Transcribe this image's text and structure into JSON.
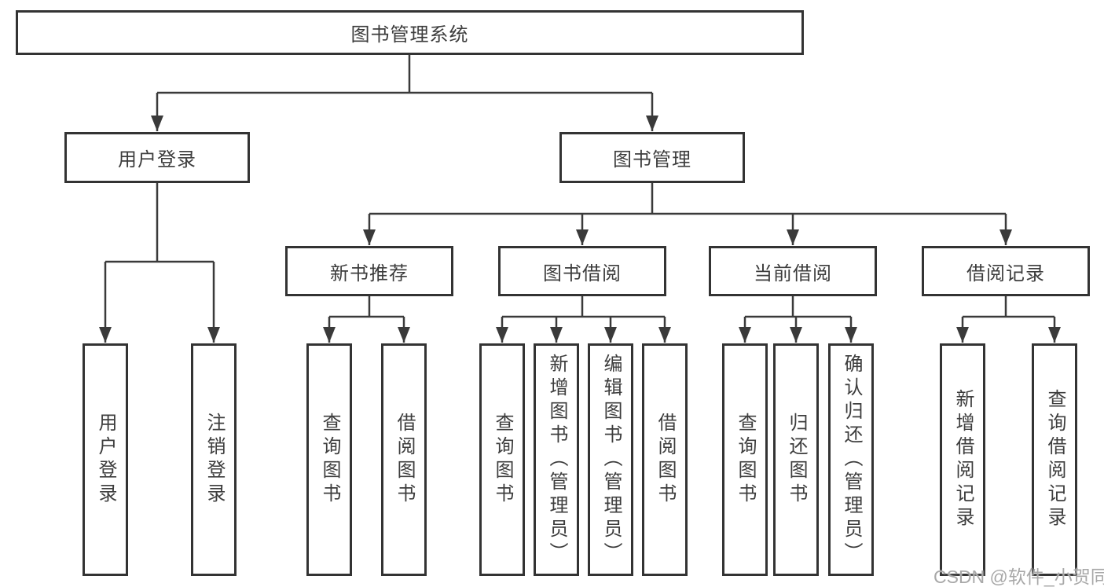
{
  "colors": {
    "line": "#3a3a3a",
    "box_border": "#333333",
    "text": "#3d3d3d",
    "watermark": "#a8a8a8",
    "background": "#ffffff"
  },
  "diagram": {
    "root": {
      "label": "图书管理系统"
    },
    "level1": [
      {
        "label": "用户登录"
      },
      {
        "label": "图书管理"
      }
    ],
    "level2": [
      {
        "label": "新书推荐"
      },
      {
        "label": "图书借阅"
      },
      {
        "label": "当前借阅"
      },
      {
        "label": "借阅记录"
      }
    ],
    "leaves": {
      "user_login": [
        "用户登录",
        "注销登录"
      ],
      "new_books": [
        "查询图书",
        "借阅图书"
      ],
      "book_borrow": [
        "查询图书",
        "新增图书（管理员）",
        "编辑图书（管理员）",
        "借阅图书"
      ],
      "current_borrow": [
        "查询图书",
        "归还图书",
        "确认归还（管理员）"
      ],
      "borrow_records": [
        "新增借阅记录",
        "查询借阅记录"
      ]
    }
  },
  "watermark": {
    "text": "CSDN @软件_小贺同学"
  }
}
